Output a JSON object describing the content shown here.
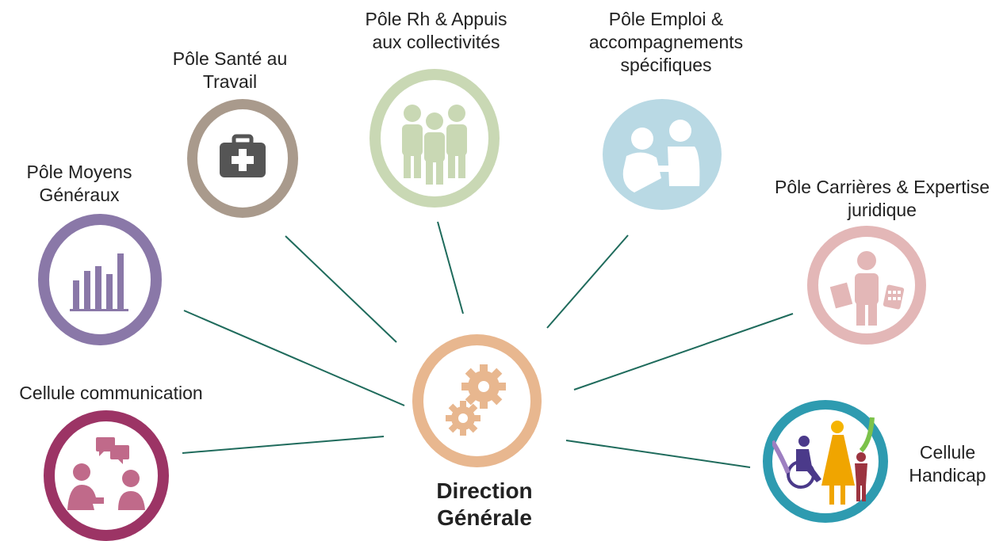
{
  "center": {
    "label_line1": "Direction",
    "label_line2": "Générale",
    "color": "#e8b78f",
    "icon": "gears-icon"
  },
  "link_color": "#1f6b5c",
  "nodes": [
    {
      "id": "moyens",
      "line1": "Pôle Moyens",
      "line2": "Généraux",
      "line3": "",
      "color": "#8a78a8",
      "icon": "bar-chart-icon"
    },
    {
      "id": "sante",
      "line1": "Pôle Santé au",
      "line2": "Travail",
      "line3": "",
      "color": "#a99a8c",
      "icon": "first-aid-kit-icon"
    },
    {
      "id": "rh",
      "line1": "Pôle Rh & Appuis",
      "line2": "aux collectivités",
      "line3": "",
      "color": "#c9d8b4",
      "icon": "people-group-icon"
    },
    {
      "id": "emploi",
      "line1": "Pôle Emploi &",
      "line2": "accompagnements",
      "line3": "spécifiques",
      "color": "#b9d9e4",
      "icon": "handshake-icon"
    },
    {
      "id": "carrieres",
      "line1": "Pôle Carrières & Expertise",
      "line2": "juridique",
      "line3": "",
      "color": "#e3b7b7",
      "icon": "person-documents-icon"
    },
    {
      "id": "communication",
      "line1": "Cellule communication",
      "line2": "",
      "line3": "",
      "color": "#9c3465",
      "icon": "conversation-icon"
    },
    {
      "id": "handicap",
      "line1": "Cellule",
      "line2": "Handicap",
      "line3": "",
      "color": "#2e9bb0",
      "icon": "family-wheelchair-icon"
    }
  ]
}
